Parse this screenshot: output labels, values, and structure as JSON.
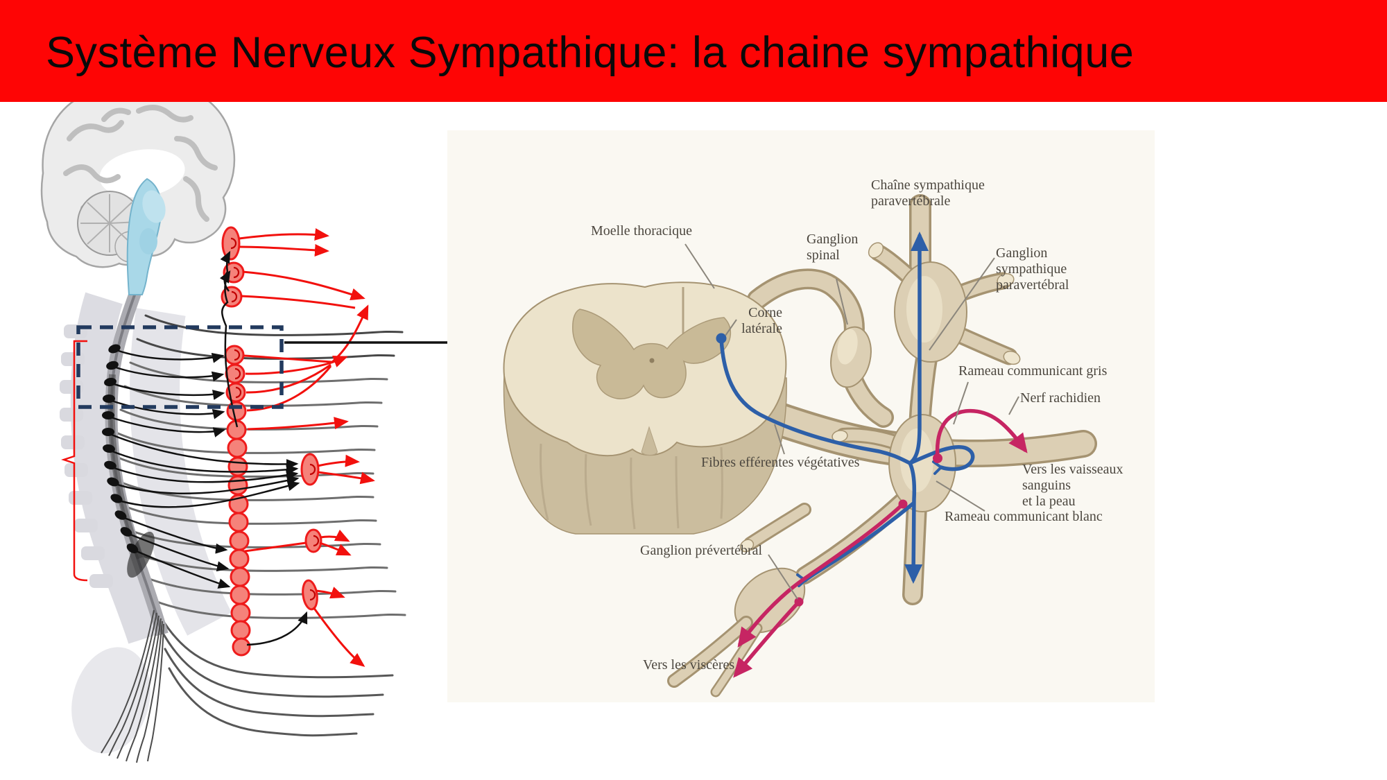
{
  "slide": {
    "title": "Système Nerveux Sympathique: la chaine sympathique"
  },
  "colors": {
    "banner_red": "#fe0505",
    "sympathetic_red": "#f2100d",
    "ganglion_fill": "#f5827a",
    "ganglion_stroke": "#ee1b1b",
    "preganglionic_blue": "#2d5fa8",
    "postganglionic_magenta": "#c62563",
    "tissue_beige": "#dccfb4",
    "roi_box_navy": "#223a5e",
    "label_text": "#4c473f",
    "brainstem_blue": "#a9d8e8"
  },
  "inset": {
    "labels": [
      {
        "id": "moelle-thoracique",
        "text": "Moelle thoracique"
      },
      {
        "id": "chaine-sympathique-paravertebrale",
        "text": "Chaîne sympathique\nparavertébrale"
      },
      {
        "id": "ganglion-spinal",
        "text": "Ganglion\nspinal"
      },
      {
        "id": "ganglion-sympathique-paravertebral",
        "text": "Ganglion\nsympathique\nparavertébral"
      },
      {
        "id": "corne-laterale",
        "text": "Corne\nlatérale"
      },
      {
        "id": "rameau-communicant-gris",
        "text": "Rameau communicant gris"
      },
      {
        "id": "nerf-rachidien",
        "text": "Nerf rachidien"
      },
      {
        "id": "vers-les-vaisseaux",
        "text": "Vers les vaisseaux\nsanguins\net la peau"
      },
      {
        "id": "rameau-communicant-blanc",
        "text": "Rameau communicant blanc"
      },
      {
        "id": "fibres-efferentes-vegetatives",
        "text": "Fibres efférentes végétatives"
      },
      {
        "id": "ganglion-prevertebral",
        "text": "Ganglion prévertébral"
      },
      {
        "id": "vers-les-visceres",
        "text": "Vers les viscères"
      }
    ]
  }
}
